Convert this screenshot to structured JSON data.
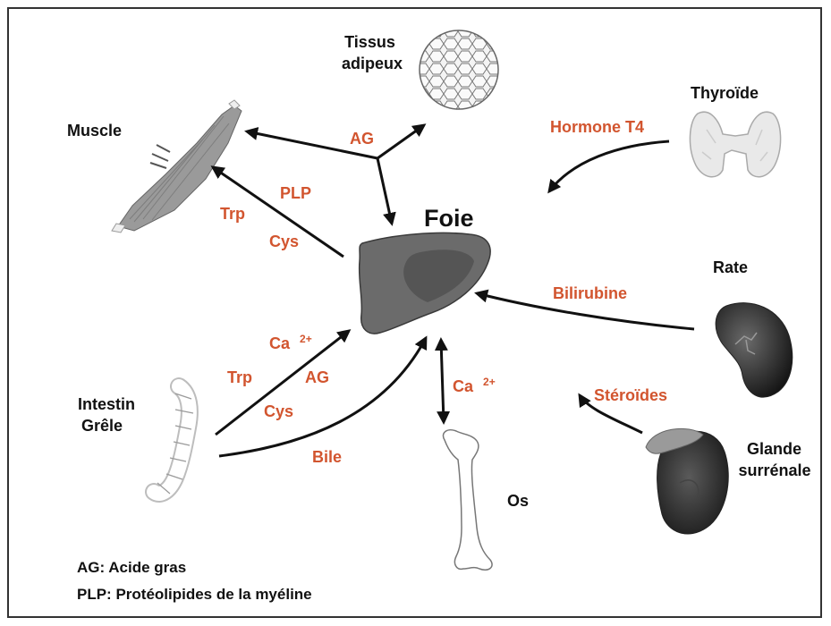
{
  "colors": {
    "molecule_label": "#d2552f",
    "text": "#111111",
    "arrow": "#111111",
    "liver": "#6b6b6b",
    "liver_lobe": "#555555"
  },
  "organs": {
    "foie": "Foie",
    "tissus": [
      "Tissus",
      "adipeux"
    ],
    "thyroide": "Thyroïde",
    "muscle": "Muscle",
    "rate": "Rate",
    "intestin": [
      "Intestin",
      "Grêle"
    ],
    "os": "Os",
    "glande": [
      "Glande",
      "surrénale"
    ]
  },
  "molecules": {
    "ag_top": "AG",
    "hormone": "Hormone T4",
    "plp": "PLP",
    "trp_top": "Trp",
    "cys_top": "Cys",
    "bilirubine": "Bilirubine",
    "ca_left": "Ca",
    "ca_left_sup": "2+",
    "trp_bottom": "Trp",
    "ag_bottom": "AG",
    "cys_bottom": "Cys",
    "bile": "Bile",
    "ca_right": "Ca",
    "ca_right_sup": "2+",
    "steroides": "Stéroïdes"
  },
  "legend": [
    "AG: Acide gras",
    "PLP: Protéolipides de la myéline"
  ],
  "icons": [
    "muscle-icon",
    "adipose-tissue-icon",
    "thyroid-icon",
    "liver-icon",
    "spleen-icon",
    "intestine-icon",
    "bone-icon",
    "adrenal-gland-icon"
  ]
}
